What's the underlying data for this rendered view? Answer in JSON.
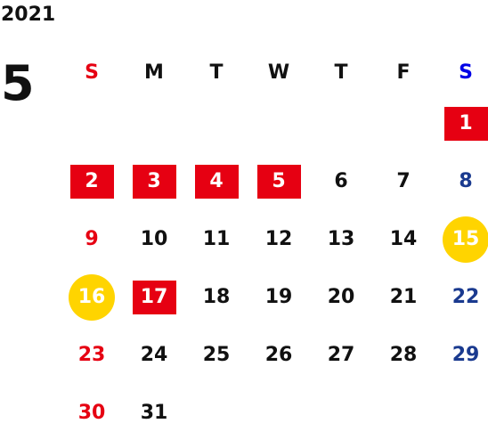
{
  "year": "2021",
  "month": "5",
  "weekdays": [
    "S",
    "M",
    "T",
    "W",
    "T",
    "F",
    "S"
  ],
  "weeks": [
    [
      "",
      "",
      "",
      "",
      "",
      "",
      "1"
    ],
    [
      "2",
      "3",
      "4",
      "5",
      "6",
      "7",
      "8"
    ],
    [
      "9",
      "10",
      "11",
      "12",
      "13",
      "14",
      "15"
    ],
    [
      "16",
      "17",
      "18",
      "19",
      "20",
      "21",
      "22"
    ],
    [
      "23",
      "24",
      "25",
      "26",
      "27",
      "28",
      "29"
    ],
    [
      "30",
      "31",
      "",
      "",
      "",
      "",
      ""
    ]
  ],
  "colors": {
    "holiday_box": "#e60012",
    "sunday_text": "#e60012",
    "saturday_text": "#1a3a8f",
    "saturday_header": "#0000e6",
    "highlight_circle": "#ffd400"
  }
}
